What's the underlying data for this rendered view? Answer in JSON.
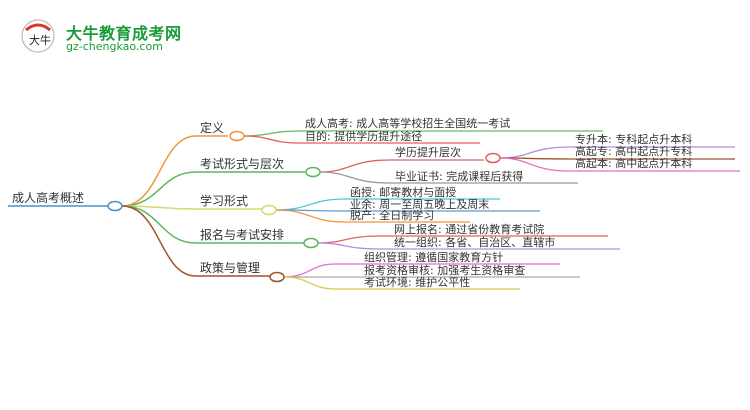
{
  "logo": {
    "title": "大牛教育成考网",
    "url": "gz-chengkao.com",
    "badge_text": "大牛",
    "brand_color": "#1a9b3a"
  },
  "root": {
    "label": "成人高考概述",
    "color": "#4a90c8"
  },
  "branches": [
    {
      "label": "定义",
      "color": "#f4943a",
      "children": [
        {
          "label": "成人高考: 成人高等学校招生全国统一考试",
          "color": "#6cbb5a"
        },
        {
          "label": "目的: 提供学历提升途径",
          "color": "#e06060"
        }
      ]
    },
    {
      "label": "考试形式与层次",
      "color": "#5cb85c",
      "children": [
        {
          "label": "学历提升层次",
          "color": "#e06060",
          "children": [
            {
              "label": "专升本: 专科起点升本科",
              "color": "#b48ee0"
            },
            {
              "label": "高起专: 高中起点升专科",
              "color": "#a0522d"
            },
            {
              "label": "高起本: 高中起点升本科",
              "color": "#e070c0"
            }
          ]
        },
        {
          "label": "毕业证书: 完成课程后获得",
          "color": "#999999"
        }
      ]
    },
    {
      "label": "学习形式",
      "color": "#d8d86a",
      "children": [
        {
          "label": "函授: 邮寄教材与面授",
          "color": "#4ec6d8"
        },
        {
          "label": "业余: 周一至周五晚上及周末",
          "color": "#5b9bd5"
        },
        {
          "label": "脱产: 全日制学习",
          "color": "#f4943a"
        }
      ]
    },
    {
      "label": "报名与考试安排",
      "color": "#5cb85c",
      "children": [
        {
          "label": "网上报名: 通过省份教育考试院",
          "color": "#e06060"
        },
        {
          "label": "统一组织: 各省、自治区、直辖市",
          "color": "#b48ee0"
        }
      ]
    },
    {
      "label": "政策与管理",
      "color": "#a0522d",
      "children": [
        {
          "label": "组织管理: 遵循国家教育方针",
          "color": "#e070c0"
        },
        {
          "label": "报考资格审核: 加强考生资格审查",
          "color": "#aaaaaa"
        },
        {
          "label": "考试环境: 维护公平性",
          "color": "#d8c84a"
        }
      ]
    }
  ]
}
